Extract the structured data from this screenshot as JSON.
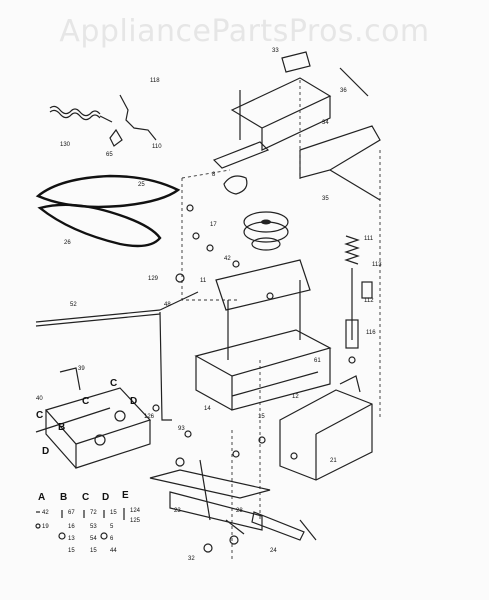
{
  "watermark": "AppliancePartsPros.com",
  "callouts": [
    "33",
    "36",
    "118",
    "130",
    "65",
    "110",
    "25",
    "26",
    "34",
    "35",
    "8",
    "17",
    "112",
    "42",
    "111",
    "113",
    "116",
    "52",
    "39",
    "40",
    "48",
    "129",
    "11",
    "12",
    "61",
    "14",
    "126",
    "93",
    "15",
    "21",
    "23",
    "24",
    "32",
    "28"
  ],
  "view_letters": [
    "C",
    "C",
    "D",
    "C",
    "D",
    "B"
  ],
  "legend": {
    "columns": [
      {
        "letter": "A",
        "items": [
          "42",
          "19"
        ]
      },
      {
        "letter": "B",
        "items": [
          "67",
          "16",
          "13",
          "15"
        ]
      },
      {
        "letter": "C",
        "items": [
          "72",
          "53",
          "54",
          "15"
        ]
      },
      {
        "letter": "D",
        "items": [
          "15",
          "5",
          "6",
          "44"
        ]
      },
      {
        "letter": "E",
        "items": [
          "124",
          "125"
        ]
      }
    ]
  }
}
